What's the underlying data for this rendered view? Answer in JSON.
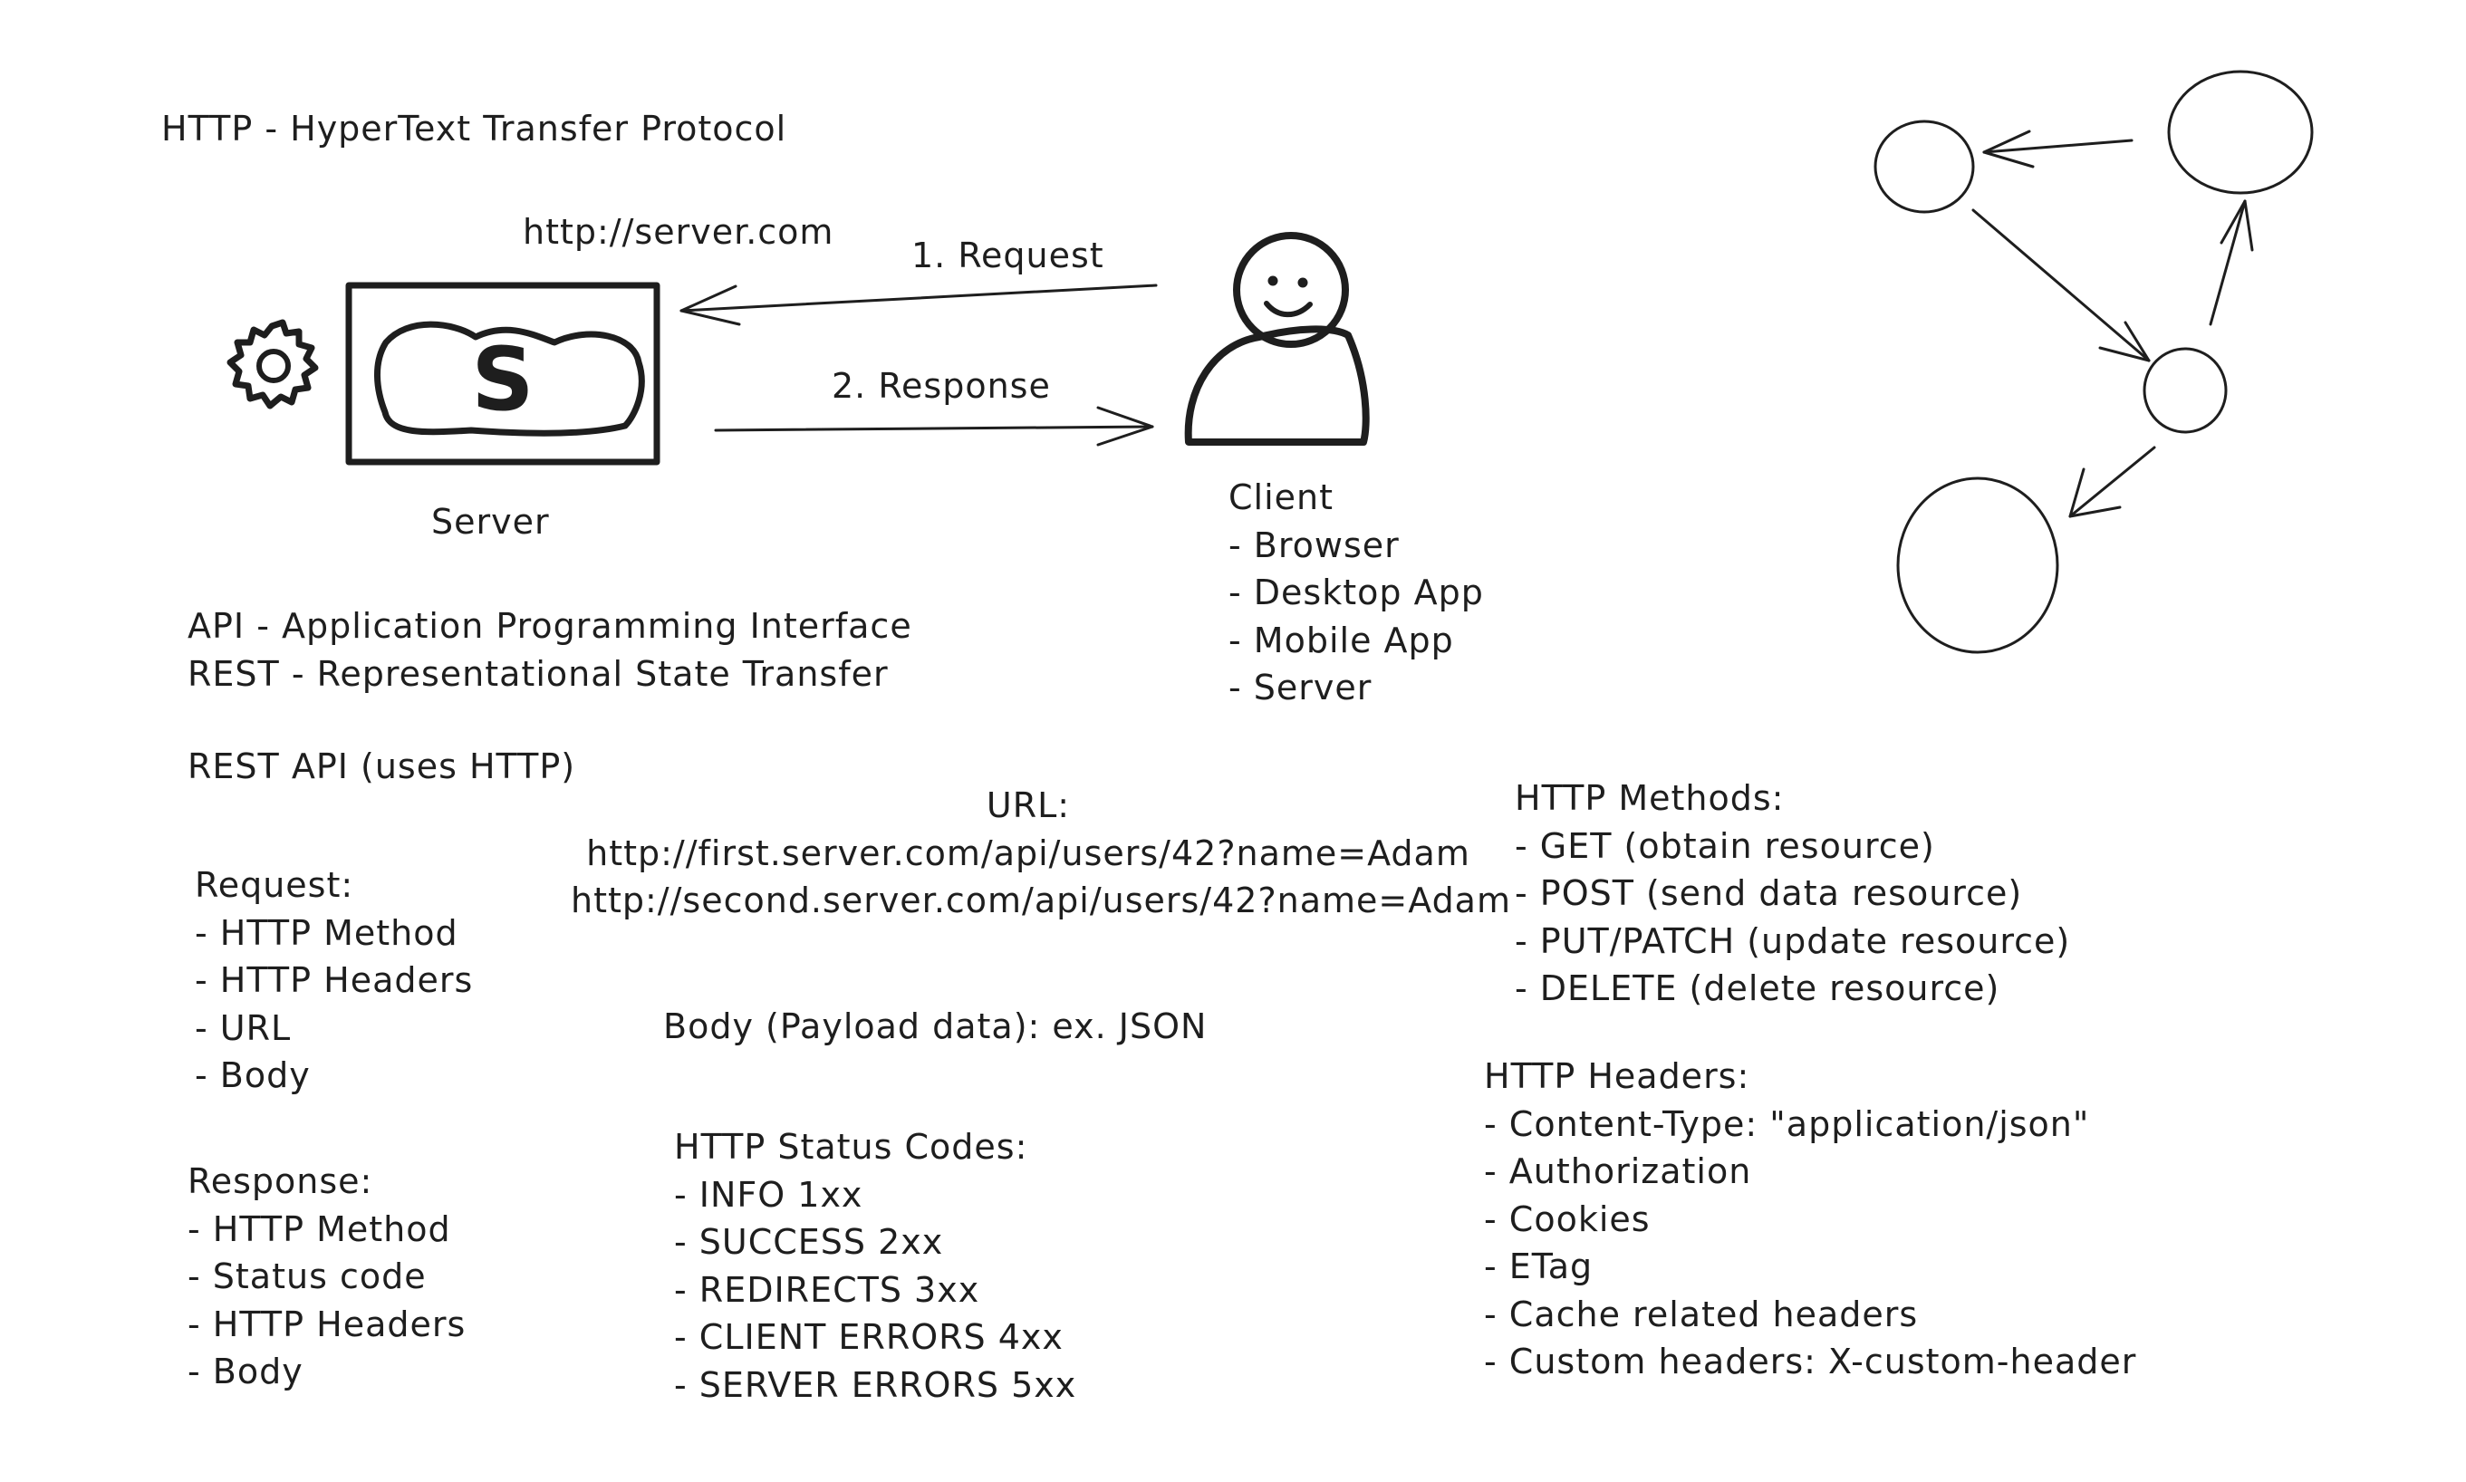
{
  "title": "HTTP - HyperText Transfer Protocol",
  "server_url": "http://server.com",
  "server_label": "Server",
  "server_icon_letter": "S",
  "arrows": {
    "request": "1. Request",
    "response": "2. Response"
  },
  "client": {
    "title": "Client",
    "items": [
      "- Browser",
      "- Desktop App",
      "- Mobile App",
      "- Server"
    ]
  },
  "definitions": [
    "API - Application Programming Interface",
    "REST - Representational State Transfer"
  ],
  "rest_api": "REST API (uses HTTP)",
  "request": {
    "title": "Request:",
    "items": [
      "- HTTP Method",
      "- HTTP Headers",
      "- URL",
      "- Body"
    ]
  },
  "response": {
    "title": "Response:",
    "items": [
      "- HTTP Method",
      "- Status code",
      "- HTTP Headers",
      "- Body"
    ]
  },
  "url": {
    "title": "URL:",
    "examples": [
      "http://first.server.com/api/users/42?name=Adam",
      "http://second.server.com/api/users/42?name=Adam"
    ]
  },
  "body_text": "Body (Payload data): ex. JSON",
  "status_codes": {
    "title": "HTTP Status Codes:",
    "items": [
      "- INFO 1xx",
      "- SUCCESS 2xx",
      "- REDIRECTS 3xx",
      "- CLIENT ERRORS 4xx",
      "- SERVER ERRORS 5xx"
    ]
  },
  "methods": {
    "title": "HTTP Methods:",
    "items": [
      "- GET (obtain resource)",
      "- POST (send data resource)",
      "- PUT/PATCH (update resource)",
      "- DELETE (delete resource)"
    ]
  },
  "headers": {
    "title": "HTTP Headers:",
    "items": [
      "- Content-Type: \"application/json\"",
      "- Authorization",
      "- Cookies",
      "- ETag",
      "- Cache related headers",
      "- Custom headers: X-custom-header"
    ]
  },
  "colors": {
    "ink": "#1e1e1e",
    "background": "#ffffff"
  }
}
